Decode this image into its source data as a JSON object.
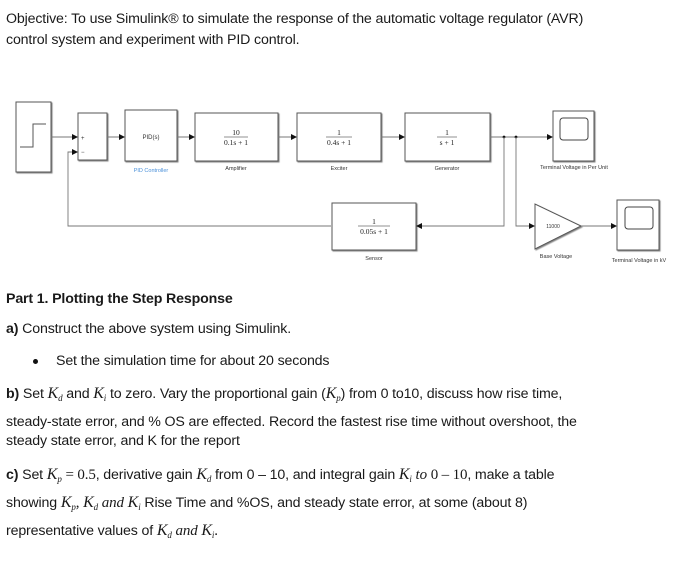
{
  "objective": {
    "line1": "Objective: To use Simulink® to simulate the response of the automatic voltage regulator (AVR)",
    "line2": "control system and experiment with PID control."
  },
  "diagram": {
    "blocks": {
      "step": {
        "label": ""
      },
      "sum": {
        "signs": [
          "+",
          "−"
        ]
      },
      "pid": {
        "text": "PID(s)",
        "label": "PID Controller"
      },
      "amplifier": {
        "numerator": "10",
        "denominator": "0.1s + 1",
        "label": "Amplifier"
      },
      "exciter": {
        "numerator": "1",
        "denominator": "0.4s + 1",
        "label": "Exciter"
      },
      "generator": {
        "numerator": "1",
        "denominator": "s + 1",
        "label": "Generator"
      },
      "scope_pu": {
        "label": "Terminal Voltage in Per Unit"
      },
      "sensor": {
        "numerator": "1",
        "denominator": "0.05s + 1",
        "label": "Sensor"
      },
      "gain": {
        "value": "11000",
        "label": "Base Voltage"
      },
      "scope_kv": {
        "label": "Terminal Voltage in kV"
      }
    },
    "colors": {
      "pid_label": "#4a90d9",
      "block_border": "#555555",
      "line": "#777777"
    }
  },
  "part1": {
    "heading": "Part 1. Plotting the Step Response",
    "a": {
      "marker": "a)",
      "text": "Construct the above system using Simulink.",
      "bullet": "Set the simulation time for about 20 seconds"
    },
    "b": {
      "marker": "b)",
      "seg1": "Set",
      "kd": "K",
      "kd_sub": "d",
      "seg2": "and",
      "ki": "K",
      "ki_sub": "i",
      "seg3": "to zero. Vary the proportional gain (",
      "kp": "K",
      "kp_sub": "p",
      "seg4": ") from 0 to10, discuss how rise time,",
      "line2": "steady-state error, and % OS are effected.  Record the fastest rise time without overshoot, the",
      "line3": "steady state error, and K for the report"
    },
    "c": {
      "marker": "c)",
      "seg1": "Set",
      "kp": "K",
      "kp_sub": "p",
      "kp_val": "= 0.5",
      "seg2": ", derivative gain",
      "kd": "K",
      "kd_sub": "d",
      "seg3": "from 0 –  10, and integral gain",
      "ki": "K",
      "ki_sub": "i",
      "seg4_it": "to",
      "seg4_range": "0 – 10",
      "seg5": ", make a table",
      "l2_seg1": "showing",
      "l2_kp": "K",
      "l2_kp_sub": "p",
      "l2_comma": ",",
      "l2_kd": "K",
      "l2_kd_sub": "d",
      "l2_and": "and",
      "l2_ki": "K",
      "l2_ki_sub": "i",
      "l2_rest": "Rise Time and %OS, and steady state error, at some (about 8)",
      "l3_seg1": "representative values of",
      "l3_kd": "K",
      "l3_kd_sub": "d",
      "l3_and": "and",
      "l3_ki": "K",
      "l3_ki_sub": "i",
      "l3_end": "."
    }
  }
}
